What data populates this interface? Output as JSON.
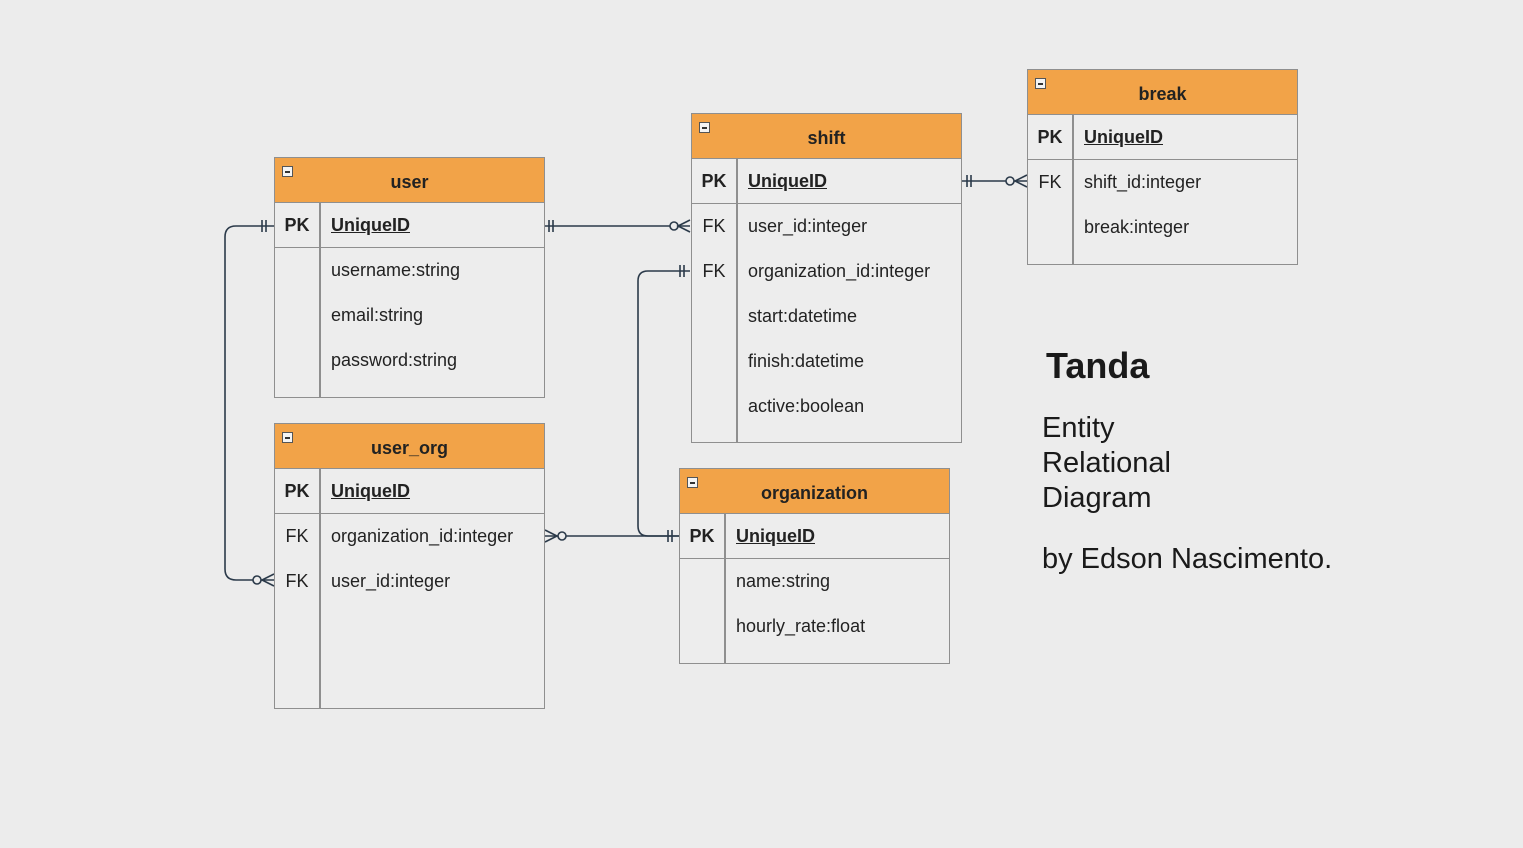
{
  "entities": {
    "user": {
      "name": "user",
      "pk_label": "PK",
      "pk_field": "UniqueID",
      "fields": [
        {
          "key": "",
          "name": "username:string"
        },
        {
          "key": "",
          "name": "email:string"
        },
        {
          "key": "",
          "name": "password:string"
        }
      ]
    },
    "user_org": {
      "name": "user_org",
      "pk_label": "PK",
      "pk_field": "UniqueID",
      "fields": [
        {
          "key": "FK",
          "name": "organization_id:integer"
        },
        {
          "key": "FK",
          "name": "user_id:integer"
        }
      ]
    },
    "shift": {
      "name": "shift",
      "pk_label": "PK",
      "pk_field": "UniqueID",
      "fields": [
        {
          "key": "FK",
          "name": "user_id:integer"
        },
        {
          "key": "FK",
          "name": "organization_id:integer"
        },
        {
          "key": "",
          "name": "start:datetime"
        },
        {
          "key": "",
          "name": "finish:datetime"
        },
        {
          "key": "",
          "name": "active:boolean"
        }
      ]
    },
    "organization": {
      "name": "organization",
      "pk_label": "PK",
      "pk_field": "UniqueID",
      "fields": [
        {
          "key": "",
          "name": "name:string"
        },
        {
          "key": "",
          "name": "hourly_rate:float"
        }
      ]
    },
    "break": {
      "name": "break",
      "pk_label": "PK",
      "pk_field": "UniqueID",
      "fields": [
        {
          "key": "FK",
          "name": "shift_id:integer"
        },
        {
          "key": "",
          "name": "break:integer"
        }
      ]
    }
  },
  "title": {
    "heading": "Tanda",
    "subtitle": "Entity Relational Diagram",
    "author": "by Edson Nascimento."
  },
  "colors": {
    "header": "#f2a348",
    "background": "#ececec",
    "border": "#8f8f8f",
    "line": "#2b3a4a"
  },
  "relationships": [
    {
      "from": "user.UniqueID",
      "to": "shift.user_id",
      "from_card": "one-and-only-one",
      "to_card": "zero-or-many"
    },
    {
      "from": "user.UniqueID",
      "to": "user_org.user_id",
      "from_card": "one-and-only-one",
      "to_card": "zero-or-many"
    },
    {
      "from": "organization.UniqueID",
      "to": "shift.organization_id",
      "from_card": "one-and-only-one",
      "to_card": "one-and-only-one"
    },
    {
      "from": "organization.UniqueID",
      "to": "user_org.organization_id",
      "from_card": "one-and-only-one",
      "to_card": "zero-or-many"
    },
    {
      "from": "shift.UniqueID",
      "to": "break.shift_id",
      "from_card": "one-and-only-one",
      "to_card": "zero-or-many"
    }
  ]
}
